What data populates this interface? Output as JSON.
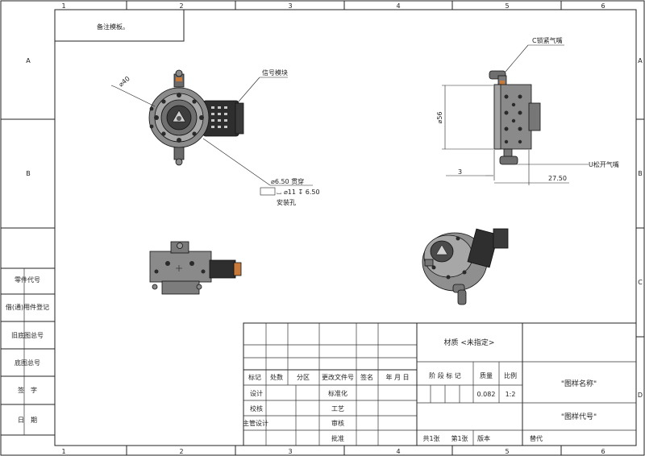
{
  "border": {
    "columns": [
      "1",
      "2",
      "3",
      "4",
      "5",
      "6"
    ],
    "rows": [
      "A",
      "B",
      "C",
      "D"
    ]
  },
  "notes": {
    "top_left": "备注模板。"
  },
  "views": {
    "front": {
      "diameter_label": "⌀40",
      "signal_block_label": "信号模块",
      "through_hole_label": "⌀6.50 贯穿",
      "counterbore_label": "⌴ ⌀11 ↧ 6.50",
      "mount_hole_label": "安装孔"
    },
    "side": {
      "lock_air_label": "C锁紧气嘴",
      "release_air_label": "U松开气嘴",
      "height_label": "⌀56",
      "offset_label": "3",
      "length_label": "27.50"
    }
  },
  "left_table": {
    "rows": [
      "零件代号",
      "借(通)用件登记",
      "旧底图总号",
      "底图总号",
      "签　字",
      "日　期"
    ]
  },
  "title_block": {
    "headers": [
      "标记",
      "处数",
      "分区",
      "更改文件号",
      "签名",
      "年 月 日"
    ],
    "roles": [
      "设计",
      "校核",
      "主管设计"
    ],
    "roles_mid": [
      "标准化",
      "工艺",
      "审核",
      "批准"
    ],
    "material": "材质 <未指定>",
    "stage_label": "阶 段 标 记",
    "weight_label": "质量",
    "scale_label": "比例",
    "weight_value": "0.082",
    "scale_value": "1:2",
    "drawing_name": "\"图样名称\"",
    "drawing_code": "\"图样代号\"",
    "sheets_total": "共1张",
    "sheet_no": "第1张",
    "version_label": "版本",
    "replace_label": "替代"
  }
}
